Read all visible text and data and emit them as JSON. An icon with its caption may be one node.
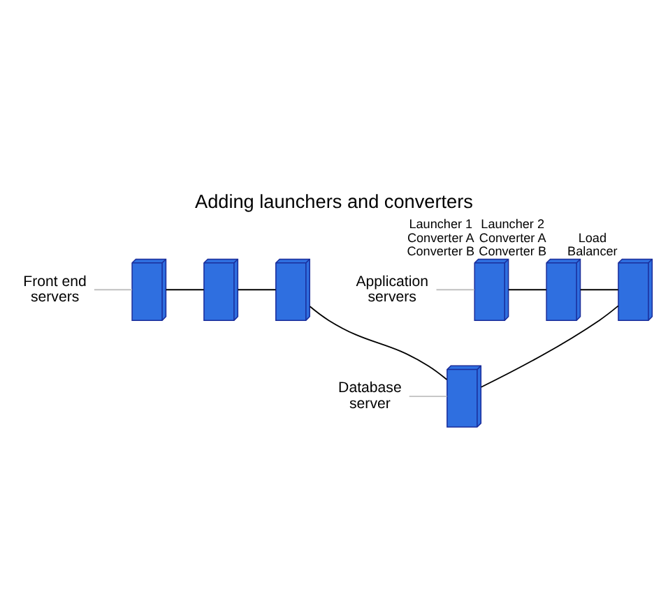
{
  "diagram": {
    "title": "Adding launchers and converters",
    "nodes": [
      {
        "text": [
          "Front end servers"
        ]
      },
      {
        "text": [],
        "shape": "picture"
      },
      {
        "text": [],
        "shape": "picture"
      },
      {
        "text": [],
        "shape": "picture"
      },
      {
        "text": [
          "Application servers"
        ]
      },
      {
        "text": [],
        "shape": "picture",
        "beside": [
          "Launcher 1 Converter A Converter B"
        ]
      },
      {
        "text": [],
        "shape": "picture",
        "beside": [
          "Launcher 2 Converter A Converter B"
        ]
      },
      {
        "text": [],
        "shape": "picture",
        "beside": [
          "Load Balancer"
        ]
      },
      {
        "text": [
          "Database server"
        ]
      },
      {
        "text": [],
        "shape": "picture"
      }
    ],
    "edges": [
      {
        "from": 0,
        "to": 1,
        "arrow": "none",
        "color": "#c0c0c0"
      },
      {
        "from": 1,
        "to": 2,
        "arrow": "none"
      },
      {
        "from": 2,
        "to": 3,
        "arrow": "none"
      },
      {
        "from": 3,
        "to": 9,
        "arrow": "none"
      },
      {
        "from": 4,
        "to": 5,
        "arrow": "none",
        "color": "#c0c0c0"
      },
      {
        "from": 5,
        "to": 6,
        "arrow": "none"
      },
      {
        "from": 6,
        "to": 7,
        "arrow": "none"
      },
      {
        "from": 7,
        "to": 9,
        "arrow": "none"
      },
      {
        "from": 8,
        "to": 9,
        "arrow": "none",
        "color": "#c0c0c0"
      }
    ]
  }
}
